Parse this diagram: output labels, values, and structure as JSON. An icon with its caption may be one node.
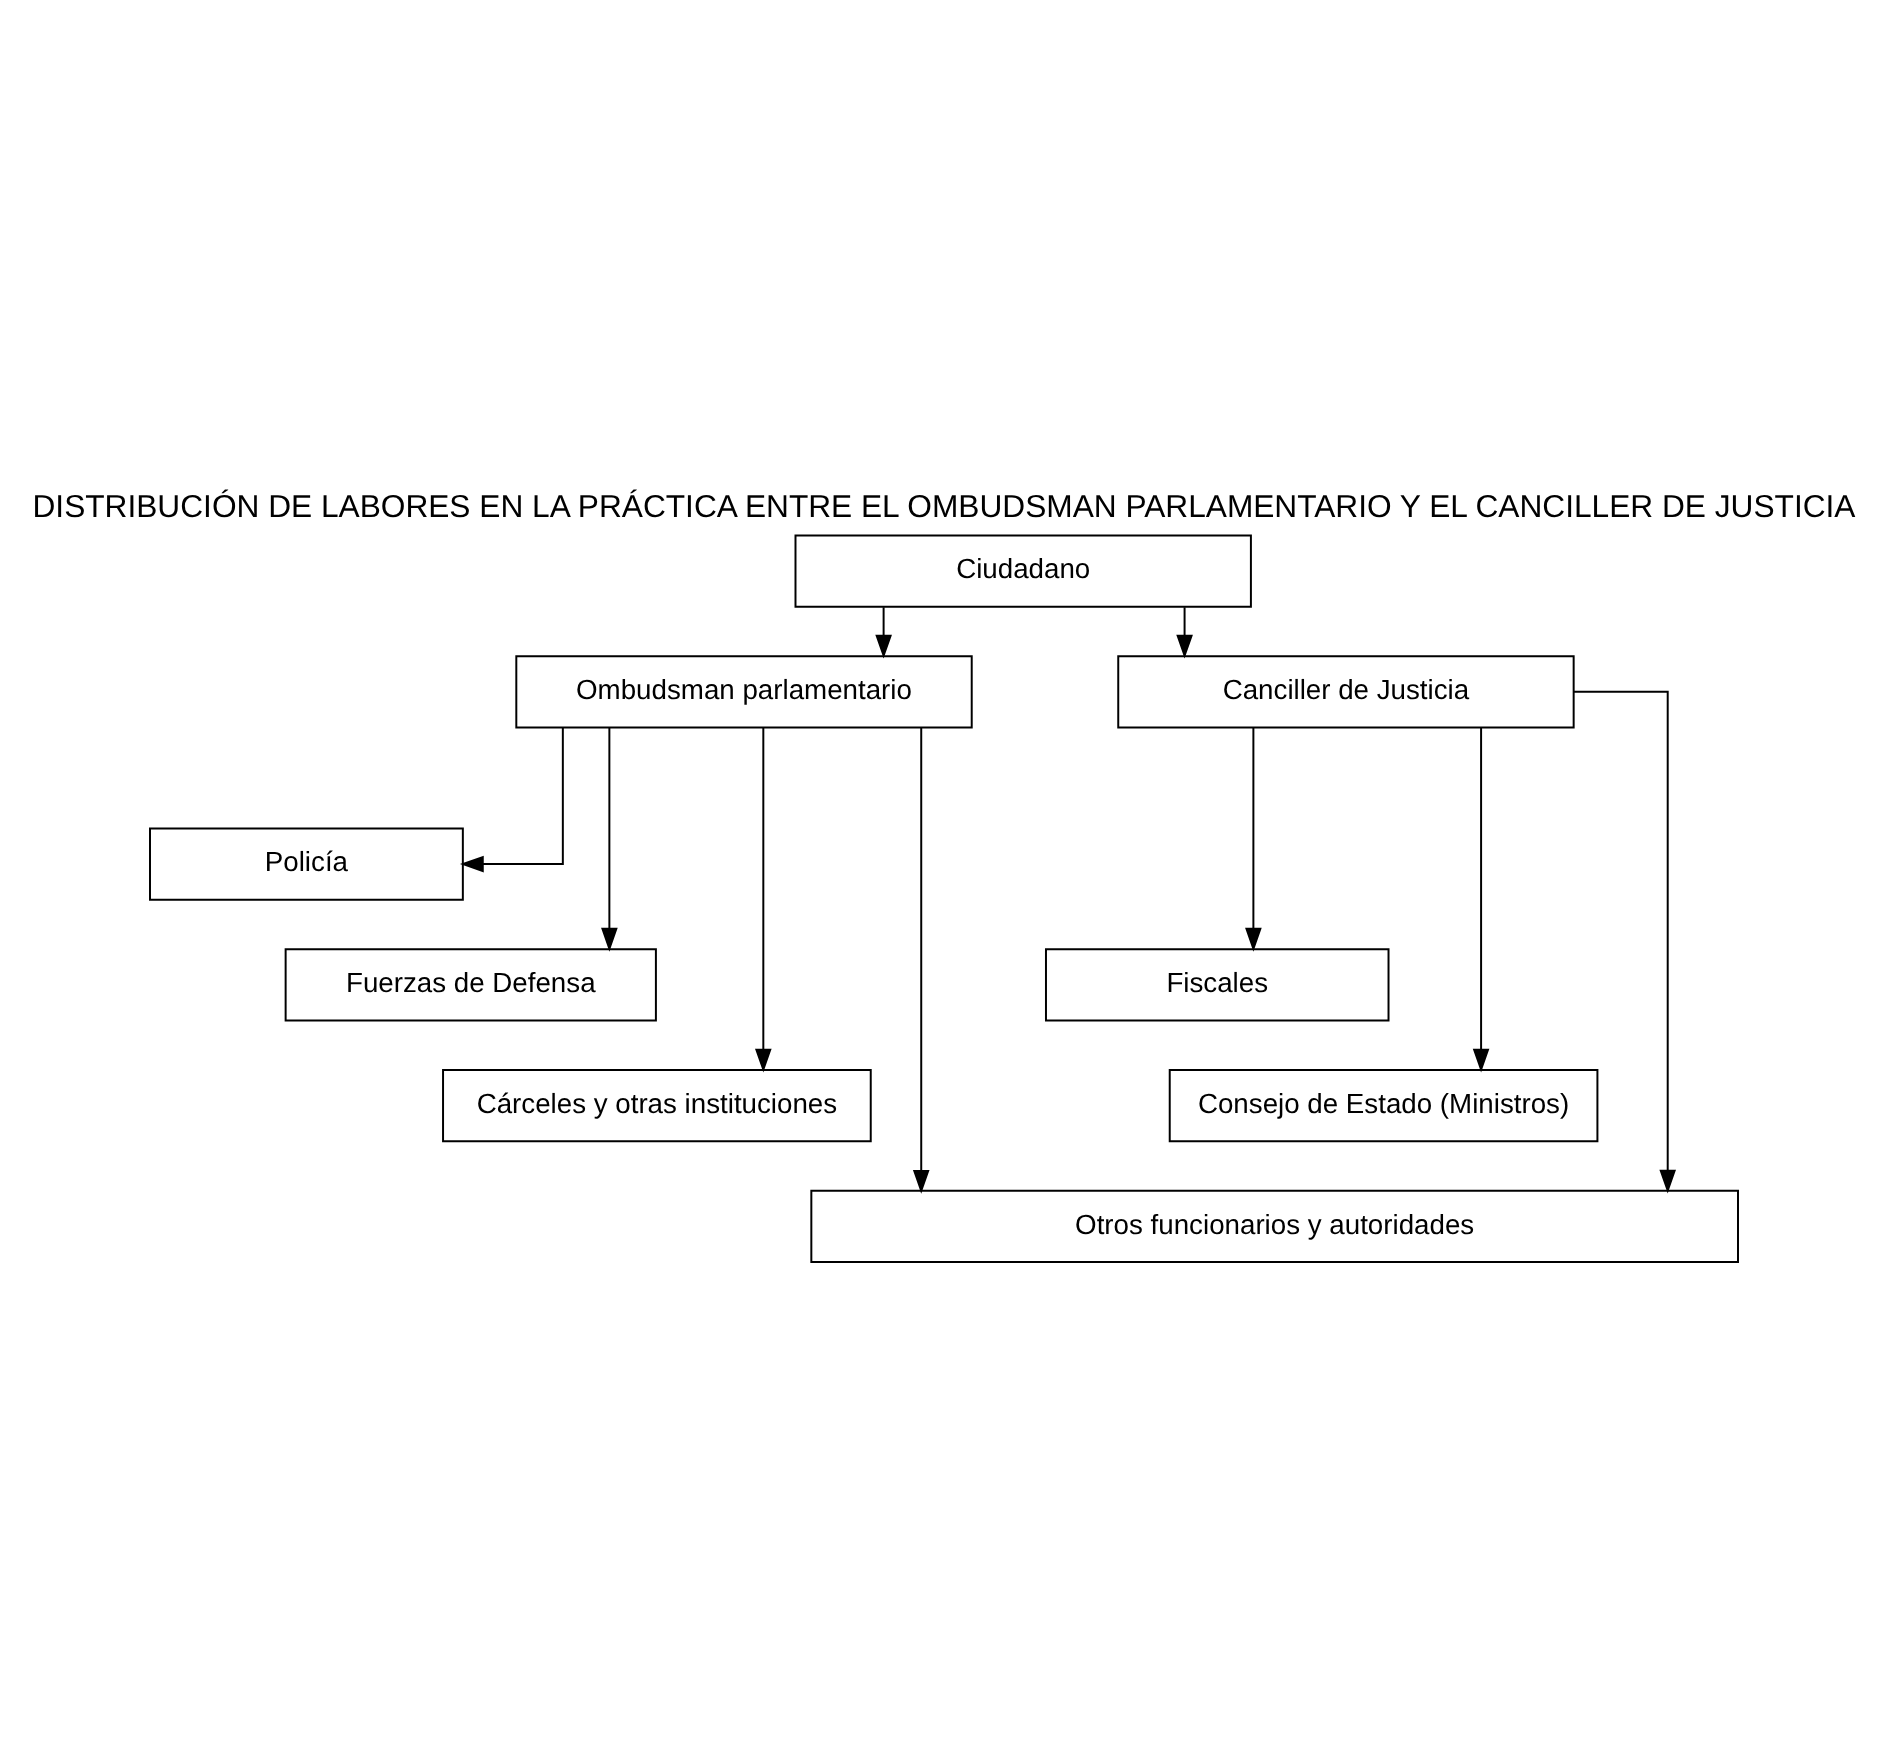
{
  "diagram": {
    "title": "DISTRIBUCIÓN DE LABORES EN LA PRÁCTICA ENTRE EL OMBUDSMAN PARLAMENTARIO Y EL CANCILLER DE JUSTICIA",
    "nodes": [
      {
        "text": [
          "Ciudadano"
        ]
      },
      {
        "text": [
          "Ombudsman parlamentario"
        ]
      },
      {
        "text": [
          "Canciller de Justicia"
        ]
      },
      {
        "text": [
          "Policía"
        ]
      },
      {
        "text": [
          "Fuerzas de Defensa"
        ]
      },
      {
        "text": [
          "Fiscales"
        ]
      },
      {
        "text": [
          "Cárceles y otras instituciones"
        ]
      },
      {
        "text": [
          "Consejo de Estado (Ministros)"
        ]
      },
      {
        "text": [
          "Otros funcionarios y autoridades"
        ]
      }
    ],
    "edges": [
      {
        "from": 0,
        "to": 1,
        "arrow": "to"
      },
      {
        "from": 0,
        "to": 2,
        "arrow": "to"
      },
      {
        "from": 1,
        "to": 3,
        "arrow": "to"
      },
      {
        "from": 1,
        "to": 4,
        "arrow": "to"
      },
      {
        "from": 1,
        "to": 6,
        "arrow": "to"
      },
      {
        "from": 1,
        "to": 8,
        "arrow": "to"
      },
      {
        "from": 2,
        "to": 8,
        "arrow": "to"
      },
      {
        "from": 2,
        "to": 7,
        "arrow": "to"
      },
      {
        "from": 2,
        "to": 5,
        "arrow": "to"
      }
    ]
  }
}
